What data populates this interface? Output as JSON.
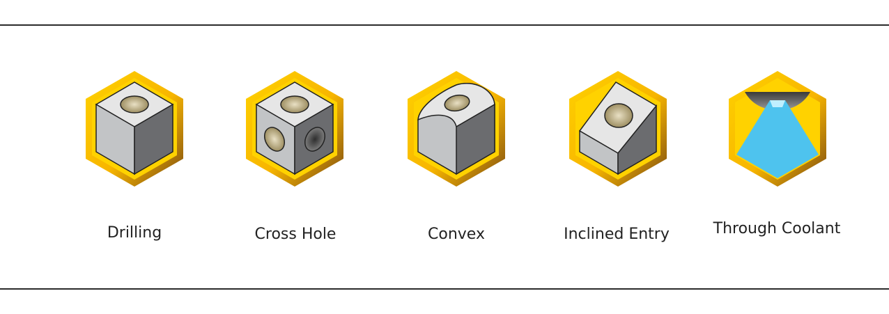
{
  "colors": {
    "gold_light": "#FFD200",
    "gold_mid": "#F7B500",
    "bronze_dark": "#7A4A12",
    "cube_top": "#E6E6E6",
    "cube_left": "#C2C4C6",
    "cube_right": "#6B6C6F",
    "hole": "#B7A67A",
    "coolant": "#4EC3EE",
    "nozzle": "#5A5A5A"
  },
  "features": [
    {
      "label": "Drilling",
      "icon": "drilling-icon"
    },
    {
      "label": "Cross Hole",
      "icon": "cross-hole-icon"
    },
    {
      "label": "Convex",
      "icon": "convex-icon"
    },
    {
      "label": "Inclined Entry",
      "icon": "inclined-entry-icon"
    },
    {
      "label": "Through Coolant",
      "icon": "through-coolant-icon"
    }
  ]
}
